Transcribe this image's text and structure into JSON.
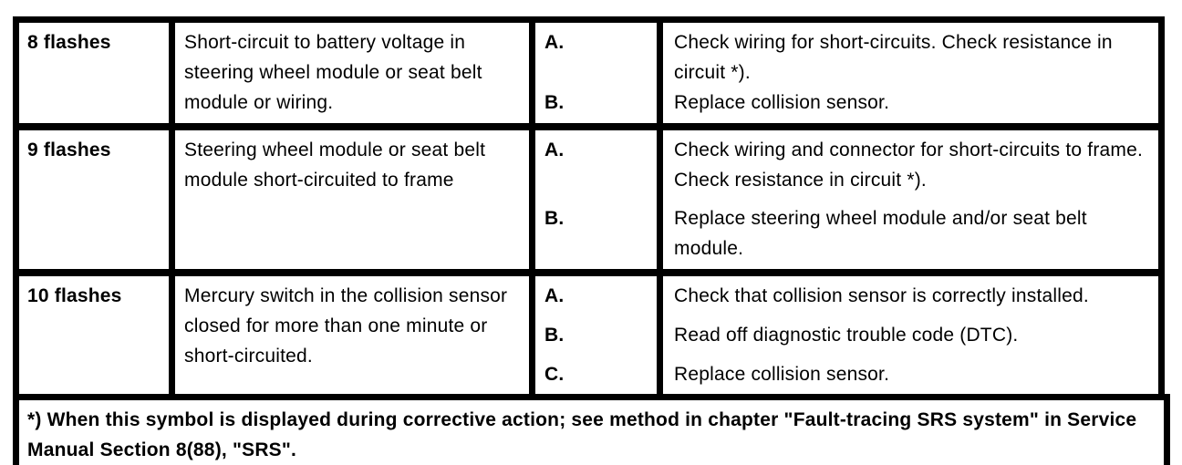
{
  "table": {
    "rows": [
      {
        "code": "8 flashes",
        "fault": "Short-circuit to battery voltage in steering wheel module or seat belt module or wiring.",
        "actions": [
          {
            "letter": "A.",
            "text": "Check wiring for short-circuits. Check resistance in circuit *)."
          },
          {
            "letter": "B.",
            "text": "Replace collision sensor."
          }
        ]
      },
      {
        "code": "9 flashes",
        "fault": "Steering wheel module or seat belt module short-circuited to frame",
        "actions": [
          {
            "letter": "A.",
            "text": "Check wiring and connector for short-circuits to frame. Check resistance in circuit *)."
          },
          {
            "letter": "B.",
            "text": "Replace steering wheel module and/or seat belt module."
          }
        ]
      },
      {
        "code": "10 flashes",
        "fault": "Mercury switch in the collision sensor closed for more than one minute or short-circuited.",
        "actions": [
          {
            "letter": "A.",
            "text": "Check that collision sensor is correctly installed."
          },
          {
            "letter": "B.",
            "text": "Read off diagnostic trouble code (DTC)."
          },
          {
            "letter": "C.",
            "text": "Replace collision sensor."
          }
        ]
      }
    ],
    "footnote": "*) When this symbol is displayed during corrective action; see method in chapter \"Fault-tracing SRS system\" in Service Manual Section 8(88), \"SRS\"."
  },
  "colors": {
    "ink": "#000000",
    "paper": "#ffffff"
  }
}
